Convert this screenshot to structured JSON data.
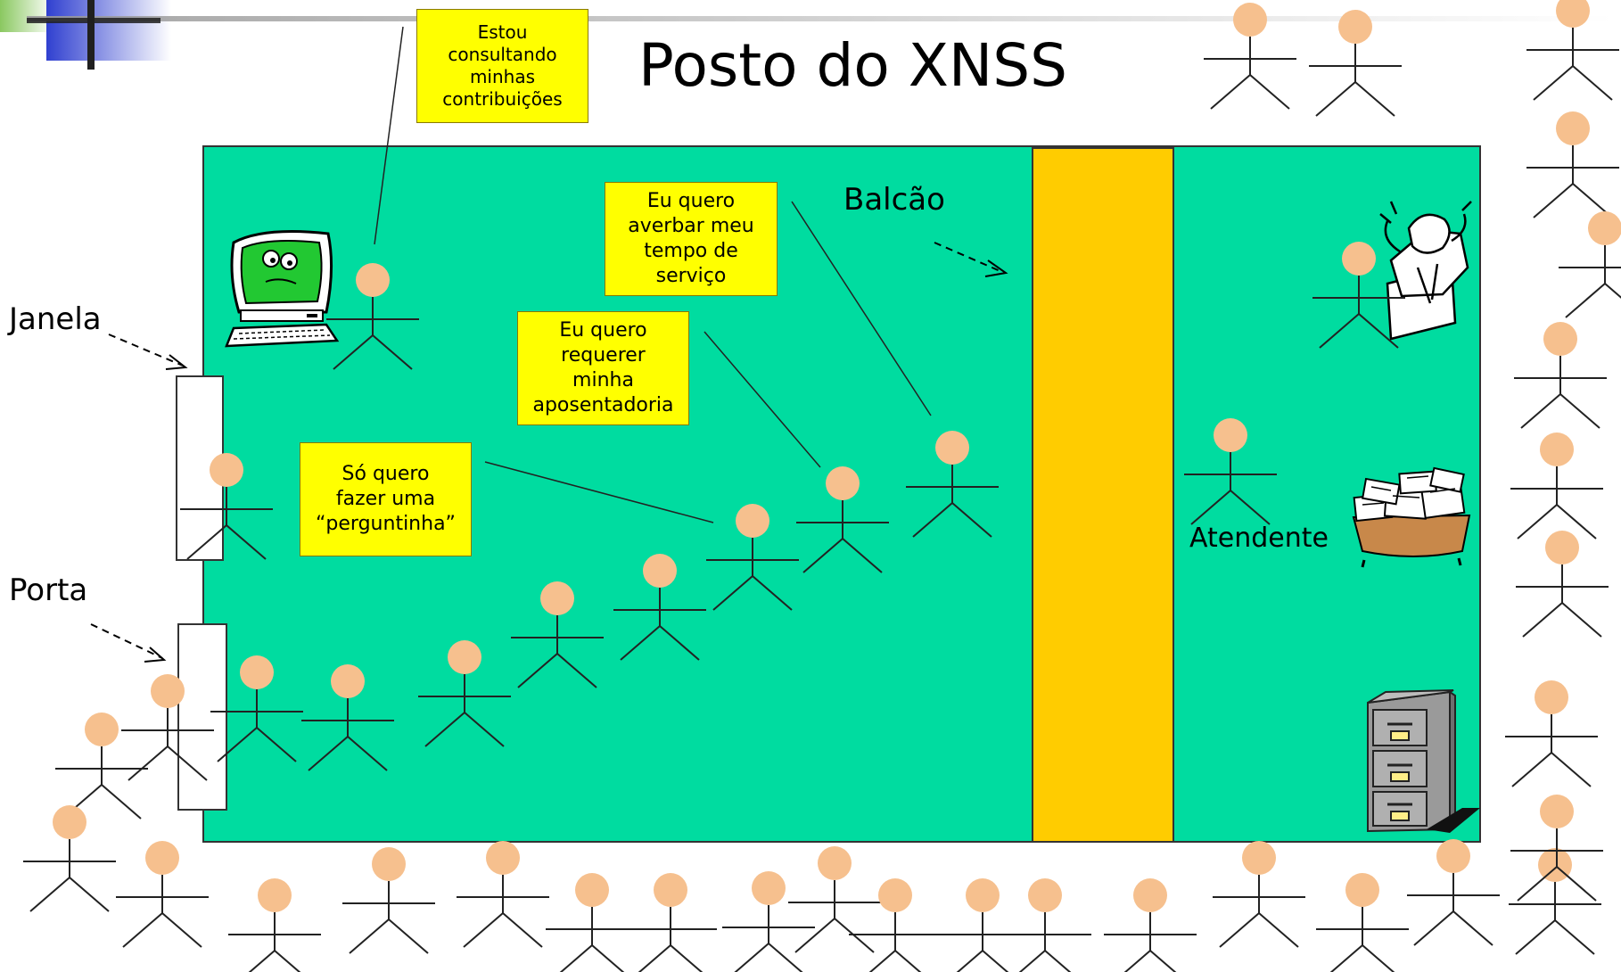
{
  "title": "Posto do XNSS",
  "labels": {
    "janela": "Janela",
    "porta": "Porta",
    "balcao": "Balcão",
    "atendente": "Atendente"
  },
  "bubbles": {
    "consultando": "Estou\nconsultando\nminhas\ncontribuições",
    "averbar": "Eu quero\naverbar meu\ntempo de\nserviço",
    "requerer": "Eu quero\nrequerer\nminha\naposentadoria",
    "perguntinha": "Só quero\nfazer uma\n“perguntinha”"
  },
  "icons": {
    "computer": "computer-icon",
    "stressed_worker": "stressed-worker-icon",
    "paper_pile": "paper-pile-icon",
    "filing_cabinet": "filing-cabinet-icon"
  },
  "colors": {
    "room": "#00dca0",
    "counter": "#ffcc00",
    "bubble": "#ffff00",
    "head": "#f6c08e",
    "slide_blue": "#4050d8"
  }
}
